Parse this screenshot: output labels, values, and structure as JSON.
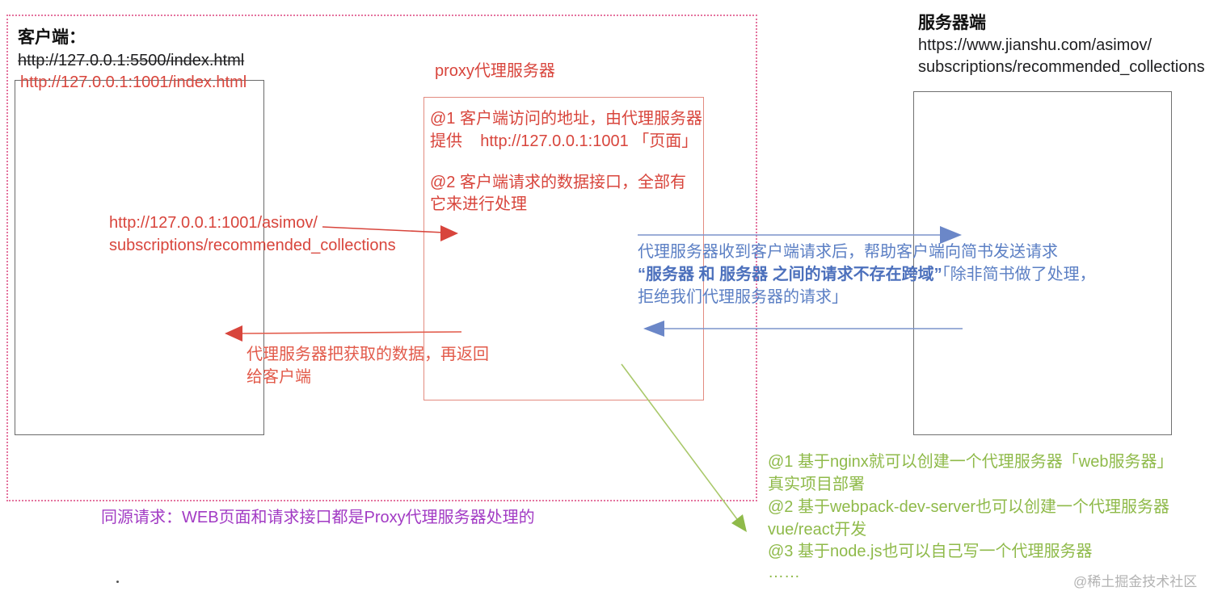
{
  "colors": {
    "red": "#d8453c",
    "red_light": "#e25a4a",
    "blue": "#5b7fc4",
    "green": "#8fba4a",
    "purple": "#a23bc4",
    "dotted_border_pink": "#e4739e",
    "box_border_gray": "#6b6b6b",
    "watermark_gray": "#b3b3b3"
  },
  "client": {
    "title": "客户端：",
    "url_old": "http://127.0.0.1:5500/index.html",
    "url_new": "http://127.0.0.1:1001/index.html"
  },
  "proxy": {
    "title": "proxy代理服务器",
    "note1_line1": "@1 客户端访问的地址，由代理服务器",
    "note1_line2": "提供    http://127.0.0.1:1001 「页面」",
    "note2_line1": "@2 客户端请求的数据接口，全部有",
    "note2_line2": "它来进行处理"
  },
  "server": {
    "title": "服务器端",
    "url_line1": "https://www.jianshu.com/asimov/",
    "url_line2": "subscriptions/recommended_collections"
  },
  "request_arrow": {
    "label_line1": "http://127.0.0.1:1001/asimov/",
    "label_line2": "subscriptions/recommended_collections"
  },
  "forward_note": {
    "line1": "代理服务器收到客户端请求后，帮助客户端向简书发送请求",
    "line2_bold": "“服务器 和 服务器 之间的请求不存在跨域”",
    "line2_rest": "「除非简书做了处理，",
    "line3": "拒绝我们代理服务器的请求」"
  },
  "return_note": {
    "line1": "代理服务器把获取的数据，再返回",
    "line2": "给客户端"
  },
  "same_origin_note": "同源请求：WEB页面和请求接口都是Proxy代理服务器处理的",
  "tools_note": {
    "line1": "@1 基于nginx就可以创建一个代理服务器「web服务器」",
    "line2": "真实项目部署",
    "line3": "@2 基于webpack-dev-server也可以创建一个代理服务器",
    "line4": "vue/react开发",
    "line5": "@3 基于node.js也可以自己写一个代理服务器",
    "line6": "……"
  },
  "watermark": "@稀土掘金技术社区"
}
